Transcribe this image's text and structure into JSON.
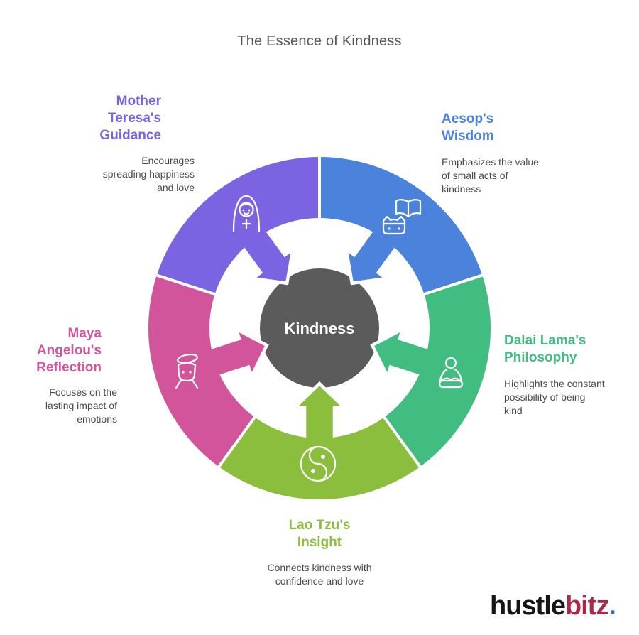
{
  "title": "The Essence of Kindness",
  "center": {
    "label": "Kindness",
    "color": "#5b5b5b",
    "text_color": "#ffffff"
  },
  "segments": [
    {
      "id": "aesop",
      "heading": "Aesop's Wisdom",
      "description": "Emphasizes the value of small acts of kindness",
      "color": "#4b82dc",
      "icon": "open-book-fox-icon"
    },
    {
      "id": "dalai-lama",
      "heading": "Dalai Lama's Philosophy",
      "description": "Highlights the constant possibility of being kind",
      "color": "#42bd82",
      "icon": "meditating-person-icon"
    },
    {
      "id": "lao-tzu",
      "heading": "Lao Tzu's Insight",
      "description": "Connects kindness with confidence and love",
      "color": "#8cbe3d",
      "icon": "yin-yang-icon"
    },
    {
      "id": "maya-angelou",
      "heading": "Maya Angelou's Reflection",
      "description": "Focuses on the lasting impact of emotions",
      "color": "#d2559c",
      "icon": "drum-icon"
    },
    {
      "id": "mother-teresa",
      "heading": "Mother Teresa's Guidance",
      "description": "Encourages spreading happiness and love",
      "color": "#7c63e2",
      "icon": "nun-icon"
    }
  ],
  "logo": {
    "part1": "hustle",
    "part2": "bitz",
    "dot": ".",
    "part1_color": "#151515",
    "part2_color": "#ab2948",
    "dot_color": "#2b74b8"
  }
}
